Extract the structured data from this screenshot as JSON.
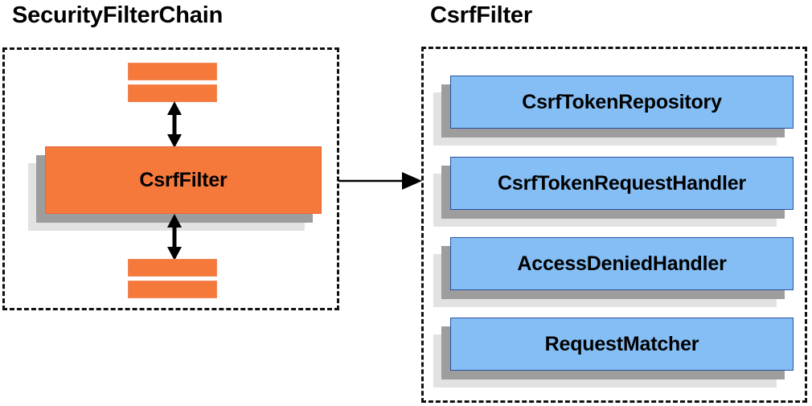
{
  "diagram": {
    "background_color": "#ffffff",
    "orange_color": "#f4793b",
    "blue_color": "#85bef5",
    "shadow_dark_color": "#9d9d9d",
    "shadow_light_color": "#e2e2e2",
    "border_color": "#111111"
  },
  "panels": [
    {
      "id": "security-filter-chain",
      "title": "SecurityFilterChain",
      "items": [
        {
          "label": "",
          "kind": "filter-bar"
        },
        {
          "label": "",
          "kind": "filter-bar"
        },
        {
          "label": "CsrfFilter",
          "kind": "orange-box"
        },
        {
          "label": "",
          "kind": "filter-bar"
        },
        {
          "label": "",
          "kind": "filter-bar"
        }
      ]
    },
    {
      "id": "csrf-filter",
      "title": "CsrfFilter",
      "items": [
        {
          "label": "CsrfTokenRepository",
          "kind": "blue-box"
        },
        {
          "label": "CsrfTokenRequestHandler",
          "kind": "blue-box"
        },
        {
          "label": "AccessDeniedHandler",
          "kind": "blue-box"
        },
        {
          "label": "RequestMatcher",
          "kind": "blue-box"
        }
      ]
    }
  ],
  "connectors": [
    {
      "id": "top-bidirectional",
      "type": "double-headed-vertical-arrow"
    },
    {
      "id": "bottom-bidirectional",
      "type": "double-headed-vertical-arrow"
    },
    {
      "id": "chain-to-detail",
      "type": "single-headed-horizontal-arrow"
    }
  ]
}
